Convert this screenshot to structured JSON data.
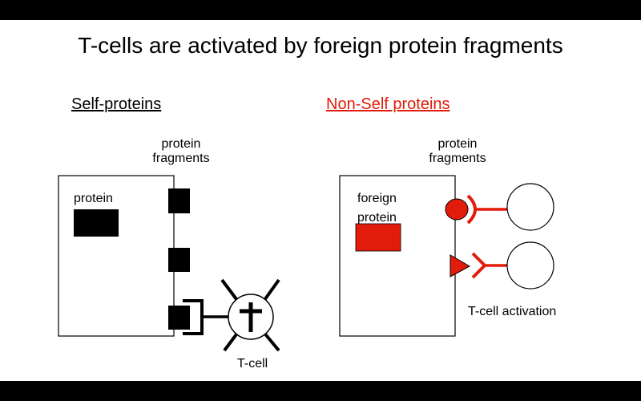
{
  "title": "T-cells are activated by foreign protein fragments",
  "colors": {
    "accent_red": "#e21c0a",
    "ink": "#000000",
    "background": "#ffffff"
  },
  "self_panel": {
    "heading": "Self-proteins",
    "fragments_label_line1": "protein",
    "fragments_label_line2": "fragments",
    "protein_label": "protein",
    "tcell_label": "T-cell",
    "tcell_marker": "cross-icon"
  },
  "nonself_panel": {
    "heading": "Non-Self proteins",
    "fragments_label_line1": "protein",
    "fragments_label_line2": "fragments",
    "protein_label_line1": "foreign",
    "protein_label_line2": "protein",
    "activation_label": "T-cell activation"
  }
}
